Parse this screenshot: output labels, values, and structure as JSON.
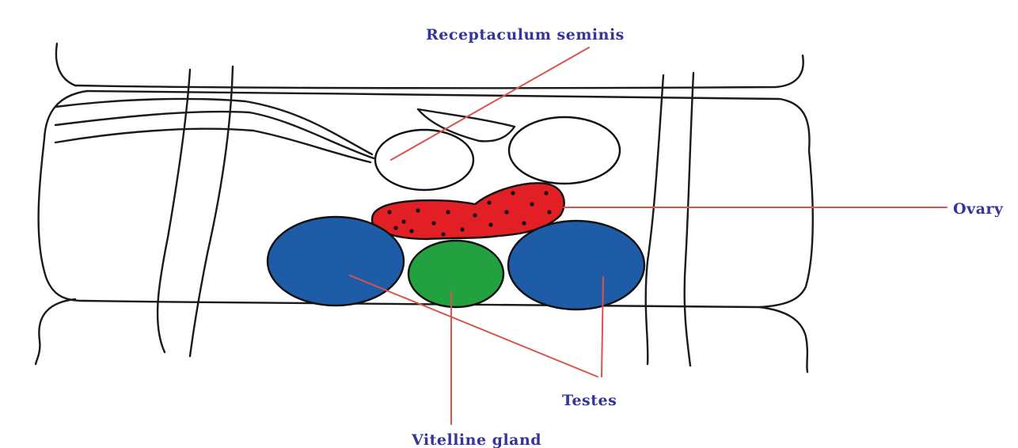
{
  "labels": {
    "receptaculum": "Receptaculum seminis",
    "ovary": "Ovary",
    "testes": "Testes",
    "vitelline": "Vitelline gland"
  },
  "colors": {
    "label_text": "#34349a",
    "leader_line": "#d9534f",
    "outline": "#1a1a1a",
    "ovary_fill": "#e21f24",
    "testis_fill": "#1f5ca8",
    "vitelline_fill": "#23a040",
    "receptaculum_fill": "#ffffff"
  }
}
